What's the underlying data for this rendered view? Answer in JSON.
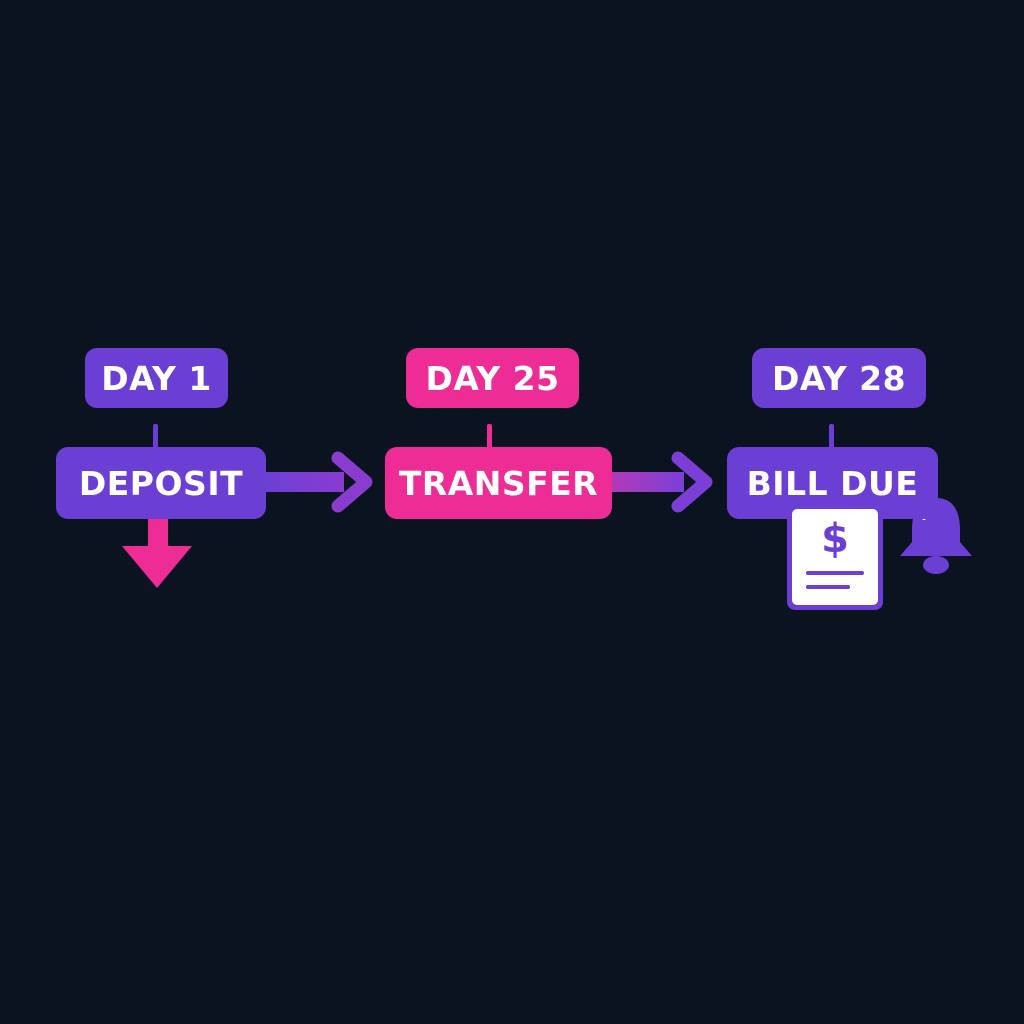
{
  "timeline": {
    "milestones": [
      {
        "day_label": "DAY 1",
        "step_label": "DEPOSIT",
        "color": "#6b3fd4",
        "day_color": "#6b3fd4"
      },
      {
        "day_label": "DAY 25",
        "step_label": "TRANSFER",
        "color": "#ee2c96",
        "day_color": "#ee2c96"
      },
      {
        "day_label": "DAY 28",
        "step_label": "BILL DUE",
        "color": "#6b3fd4",
        "day_color": "#6b3fd4"
      }
    ],
    "connector_color": "#7b3fd8",
    "deposit_arrow_color": "#ee2c96"
  },
  "icons": {
    "receipt": {
      "name": "receipt-icon",
      "symbol": "$"
    },
    "bell": {
      "name": "bell-icon"
    },
    "deposit_arrow": {
      "name": "down-arrow-icon"
    }
  },
  "colors": {
    "background": "#0c1320",
    "purple": "#6b3fd4",
    "pink": "#ee2c96",
    "text": "#ffffff"
  }
}
